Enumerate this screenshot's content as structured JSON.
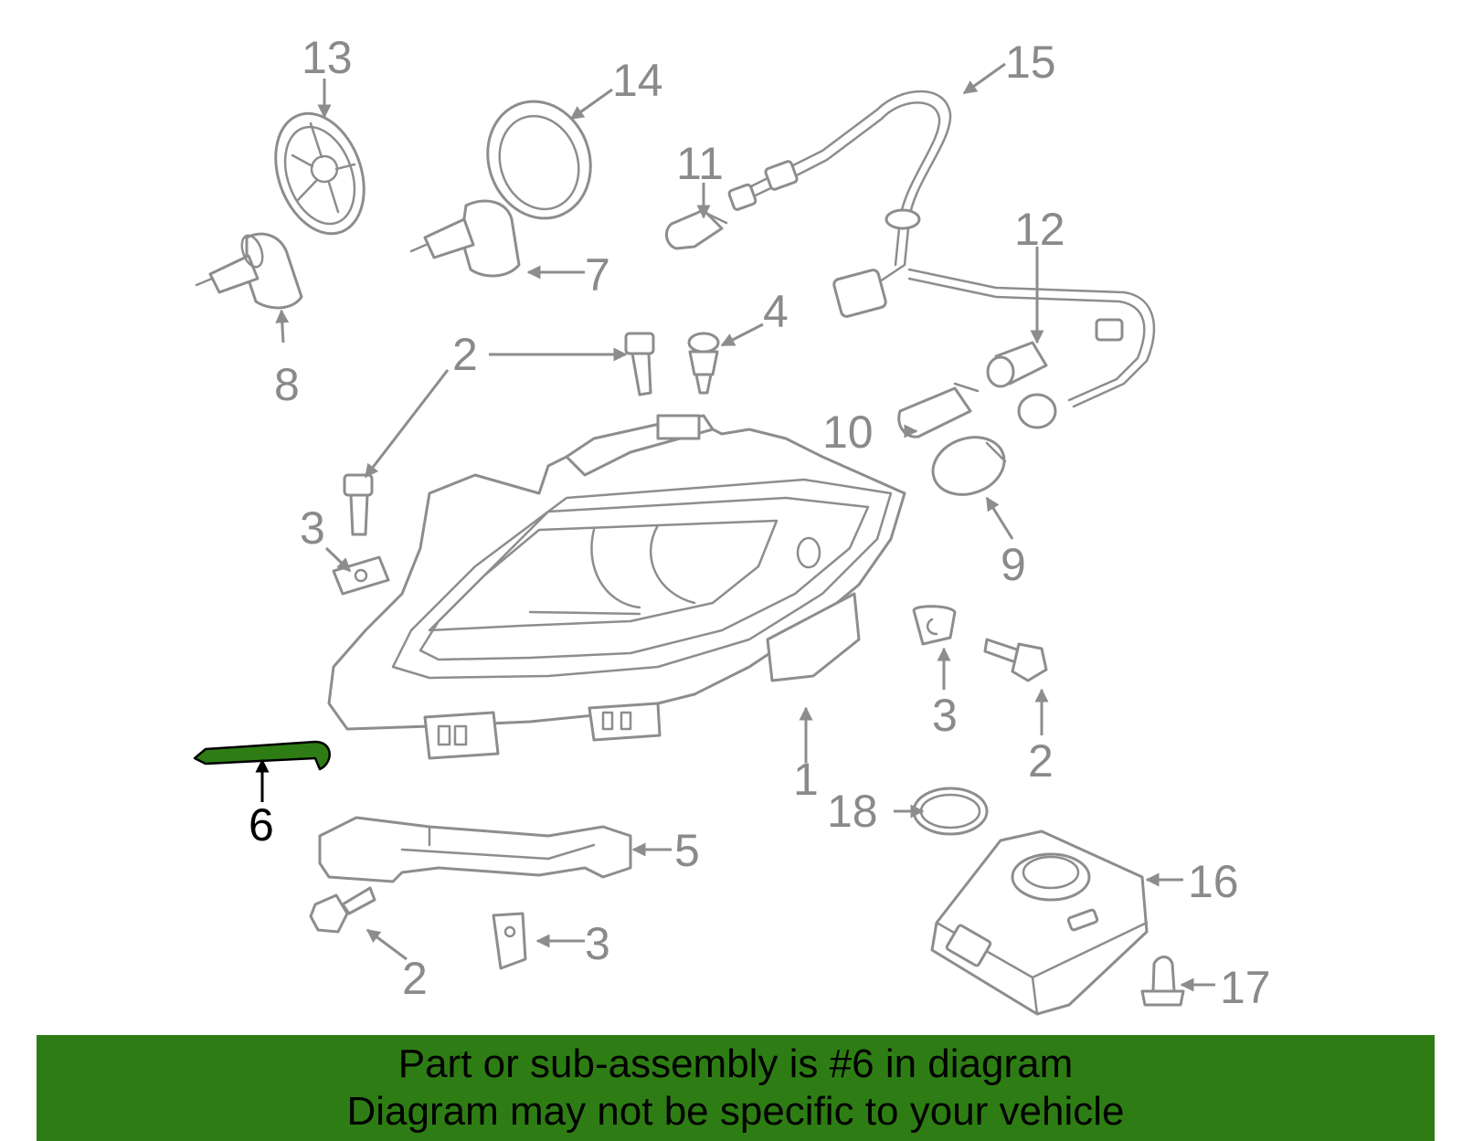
{
  "callouts": {
    "c1": "1",
    "c2a": "2",
    "c2b": "2",
    "c2c": "2",
    "c2d": "2",
    "c3a": "3",
    "c3b": "3",
    "c3c": "3",
    "c4": "4",
    "c5": "5",
    "c6": "6",
    "c7": "7",
    "c8": "8",
    "c9": "9",
    "c10": "10",
    "c11": "11",
    "c12": "12",
    "c13": "13",
    "c14": "14",
    "c15": "15",
    "c16": "16",
    "c17": "17",
    "c18": "18"
  },
  "highlight": {
    "part": "6",
    "color": "#2e7d14"
  },
  "banner": {
    "line1": "Part or sub-assembly is #6 in diagram",
    "line2": "Diagram may not be specific to your vehicle",
    "background": "#2e7d14"
  }
}
